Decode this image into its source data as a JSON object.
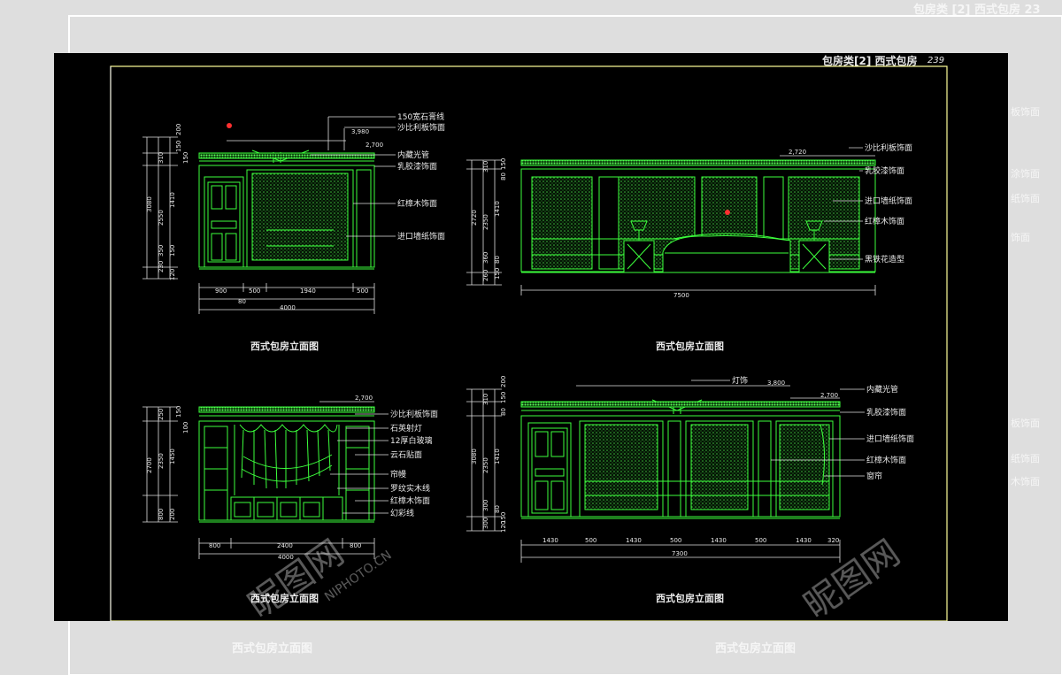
{
  "sheet": {
    "header": "包房类[2] 西式包房",
    "header_num": "239"
  },
  "background": {
    "ghost_header": "包房类 [2] 西式包房 23",
    "ghost_title_left": "西式包房立面图",
    "ghost_title_right": "西式包房立面图",
    "ghost_fragments": [
      "板饰面",
      "涂饰面",
      "纸饰面",
      "饰面",
      "板饰面",
      "纸饰面",
      "木饰面"
    ]
  },
  "watermark": {
    "text": "昵图网",
    "url": "NIPHOTO.CN"
  },
  "views": {
    "tl": {
      "title": "西式包房立面图",
      "callouts": [
        "150宽石膏线",
        "沙比利板饰面",
        "内藏光管",
        "乳胶漆饰面",
        "红樟木饰面",
        "进口墙纸饰面"
      ],
      "top_dims": [
        "3,980",
        "2,700"
      ],
      "left_dims_outer": [
        "200",
        "150",
        "150",
        "1410",
        "150",
        "120"
      ],
      "left_dims_mid": [
        "310",
        "2550",
        "350",
        "230"
      ],
      "left_dims_total": "3080",
      "bottom_dims": [
        "900",
        "500",
        "1940",
        "500"
      ],
      "bottom_sub": "80",
      "bottom_total": "4000"
    },
    "tr": {
      "title": "西式包房立面图",
      "callouts": [
        "沙比利板饰面",
        "乳胶漆饰面",
        "进口墙纸饰面",
        "红樟木饰面",
        "黑铁花造型"
      ],
      "top_dims": [
        "2,720"
      ],
      "left_dims_outer": [
        "150",
        "80",
        "1410",
        "80",
        "150"
      ],
      "left_dims_mid": [
        "310",
        "2350",
        "360",
        "260"
      ],
      "left_dims_total": "2720",
      "bottom_total": "7500"
    },
    "bl": {
      "title": "西式包房立面图",
      "callouts": [
        "沙比利板饰面",
        "石英射灯",
        "12厚白玻璃",
        "云石贴面",
        "帘幔",
        "罗纹实木线",
        "红樟木饰面",
        "幻彩线"
      ],
      "top_dims": [
        "2,700"
      ],
      "left_dims_outer": [
        "150",
        "100",
        "1450",
        "200"
      ],
      "left_dims_mid": [
        "250",
        "2350",
        "800"
      ],
      "left_dims_total": "2700",
      "bottom_dims": [
        "800",
        "2400",
        "800"
      ],
      "bottom_total": "4000"
    },
    "br": {
      "title": "西式包房立面图",
      "callouts": [
        "灯饰",
        "内藏光管",
        "乳胶漆饰面",
        "进口墙纸饰面",
        "红樟木饰面",
        "窗帘"
      ],
      "top_dims": [
        "3,800",
        "2,700"
      ],
      "left_dims_outer": [
        "200",
        "150",
        "80",
        "1410",
        "80",
        "150",
        "120"
      ],
      "left_dims_mid": [
        "310",
        "2350",
        "300",
        "300"
      ],
      "left_dims_total": "3080",
      "bottom_dims": [
        "1430",
        "500",
        "1430",
        "500",
        "1430",
        "500",
        "1430",
        "320"
      ],
      "bottom_total": "7300"
    }
  },
  "colors": {
    "line": "#3cff3c",
    "dim": "#e0e0e0",
    "frame": "#ffff99",
    "red": "#ff3030",
    "canvas": "#000000",
    "page": "#dedede"
  }
}
